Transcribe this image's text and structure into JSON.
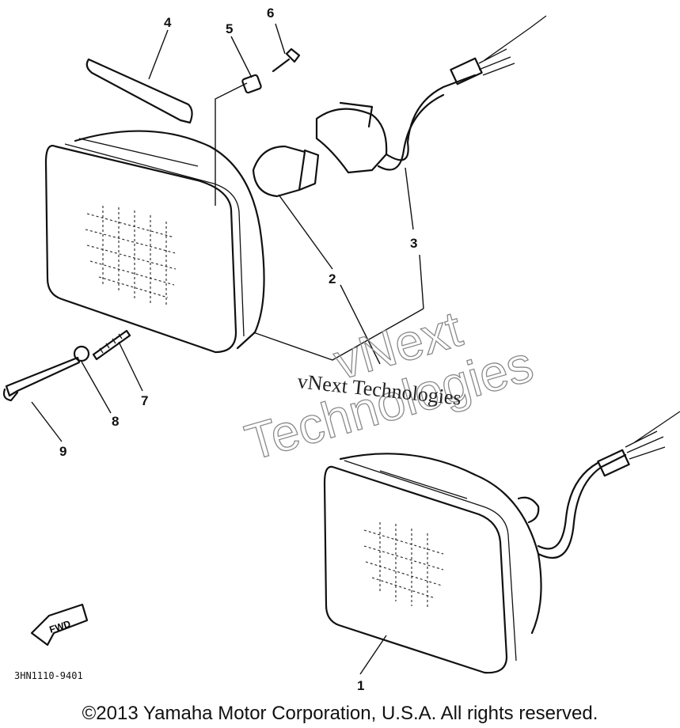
{
  "callouts": {
    "c1": "1",
    "c2": "2",
    "c3": "3",
    "c4": "4",
    "c5": "5",
    "c6": "6",
    "c7": "7",
    "c8": "8",
    "c9": "9"
  },
  "watermark": {
    "outline_line1": "vNext",
    "outline_line2": "Technologies",
    "text": "vNext Technologies"
  },
  "arrow_label": "FWD",
  "drawing_number": "3HN1110-9401",
  "copyright": "©2013 Yamaha Motor Corporation, U.S.A. All rights reserved."
}
